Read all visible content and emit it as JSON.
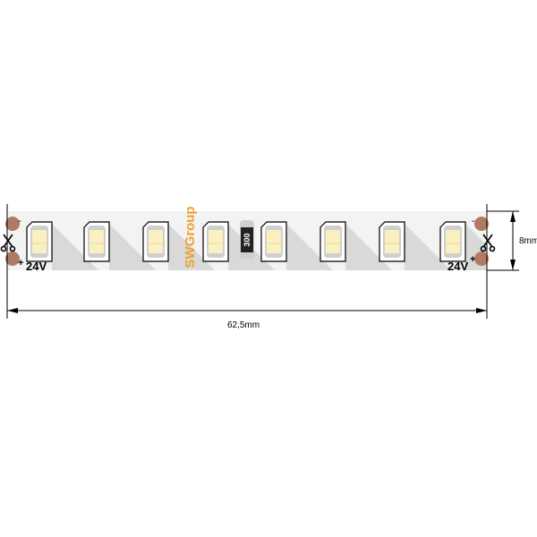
{
  "brand": "SWGroup",
  "resistor_code": "300",
  "voltage_left": "24V",
  "voltage_right": "24V",
  "minus_sign": "-",
  "plus_sign": "+",
  "length_label": "62,5mm",
  "width_label": "8mm",
  "colors": {
    "strip": "#f3f3f3",
    "shadow": "#d9d9d9",
    "pad": "#b07a62",
    "led": "#fbf0c0",
    "brand": "#f0a030"
  }
}
